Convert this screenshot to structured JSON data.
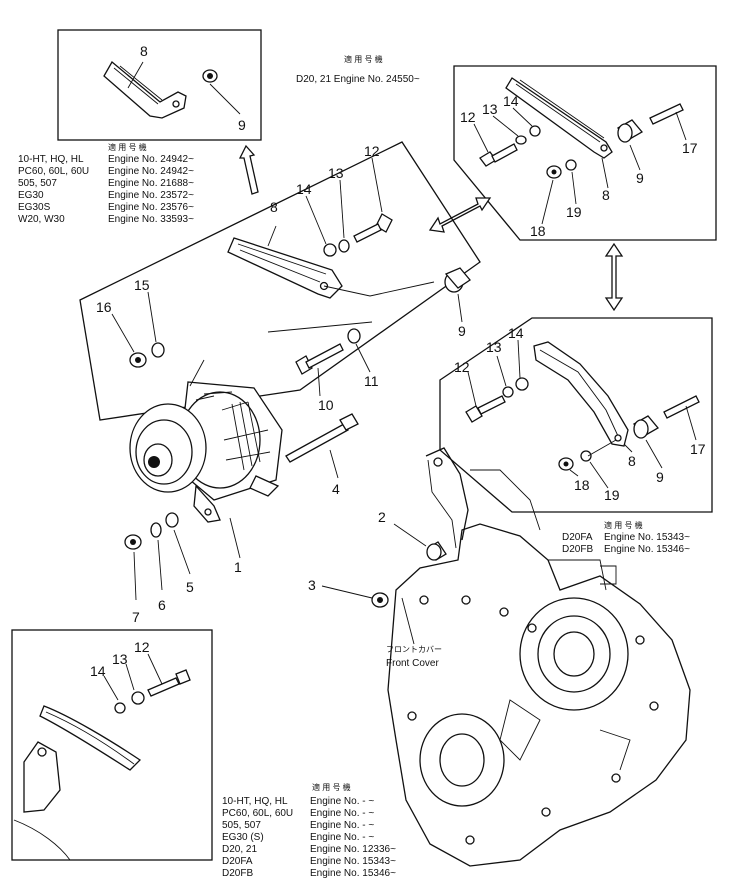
{
  "callouts": {
    "c1": "1",
    "c2": "2",
    "c3": "3",
    "c4": "4",
    "c5": "5",
    "c6": "6",
    "c7": "7",
    "c8": "8",
    "c9": "9",
    "c10": "10",
    "c11": "11",
    "c12": "12",
    "c13": "13",
    "c14": "14",
    "c15": "15",
    "c16": "16",
    "c17": "17",
    "c18": "18",
    "c19": "19"
  },
  "panel_d20_21": {
    "applicable_jp": "適 用 号 機",
    "serial": "D20, 21 Engine No. 24550~"
  },
  "panel_left_serials": {
    "applicable_jp": "適 用 号 機",
    "rows": [
      {
        "model": "10-HT, HQ, HL",
        "serial": "Engine No. 24942~"
      },
      {
        "model": "PC60, 60L, 60U",
        "serial": "Engine No. 24942~"
      },
      {
        "model": "505, 507",
        "serial": "Engine No. 21688~"
      },
      {
        "model": "EG30",
        "serial": "Engine No. 23572~"
      },
      {
        "model": "EG30S",
        "serial": "Engine No. 23576~"
      },
      {
        "model": "W20, W30",
        "serial": "Engine No. 33593~"
      }
    ]
  },
  "panel_d20fa": {
    "applicable_jp": "適 用 号 機",
    "rows": [
      {
        "model": "D20FA",
        "serial": "Engine No. 15343~"
      },
      {
        "model": "D20FB",
        "serial": "Engine No. 15346~"
      }
    ]
  },
  "front_cover": {
    "label_jp": "フロントカバー",
    "label_en": "Front Cover"
  },
  "panel_bottom_serials": {
    "applicable_jp": "適 用 号 機",
    "rows": [
      {
        "model": "10-HT, HQ, HL",
        "serial": "Engine No.   -   ~"
      },
      {
        "model": "PC60, 60L, 60U",
        "serial": "Engine No.   -   ~"
      },
      {
        "model": "505, 507",
        "serial": "Engine No.   -   ~"
      },
      {
        "model": "EG30 (S)",
        "serial": "Engine No.   -   ~"
      },
      {
        "model": "D20, 21",
        "serial": "Engine No. 12336~"
      },
      {
        "model": "D20FA",
        "serial": "Engine No. 15343~"
      },
      {
        "model": "D20FB",
        "serial": "Engine No. 15346~"
      }
    ]
  }
}
